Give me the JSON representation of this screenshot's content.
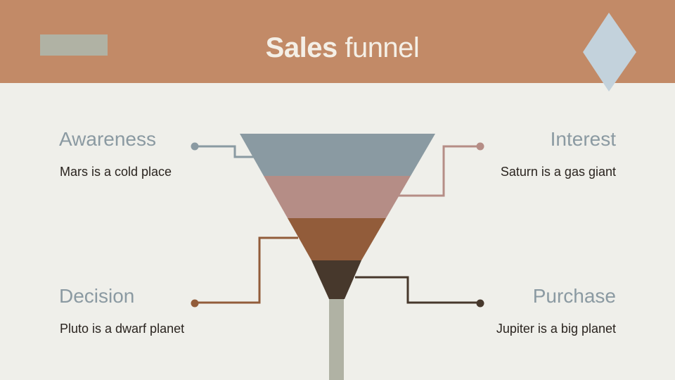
{
  "header": {
    "title_bold": "Sales",
    "title_regular": "funnel",
    "bg_color": "#c28a67"
  },
  "stages": [
    {
      "label": "Awareness",
      "description": "Mars is a cold place",
      "color": "#8a9aa2",
      "side": "left"
    },
    {
      "label": "Interest",
      "description": "Saturn is a gas giant",
      "color": "#b58d86",
      "side": "right"
    },
    {
      "label": "Decision",
      "description": "Pluto is a dwarf planet",
      "color": "#925c3a",
      "side": "left"
    },
    {
      "label": "Purchase",
      "description": "Jupiter is a big planet",
      "color": "#47382c",
      "side": "right"
    }
  ],
  "colors": {
    "background": "#efefea",
    "stem": "#b0b2a4",
    "diamond": "#c3d2dc",
    "label_text": "#8b9aa2",
    "desc_text": "#2a241f"
  }
}
